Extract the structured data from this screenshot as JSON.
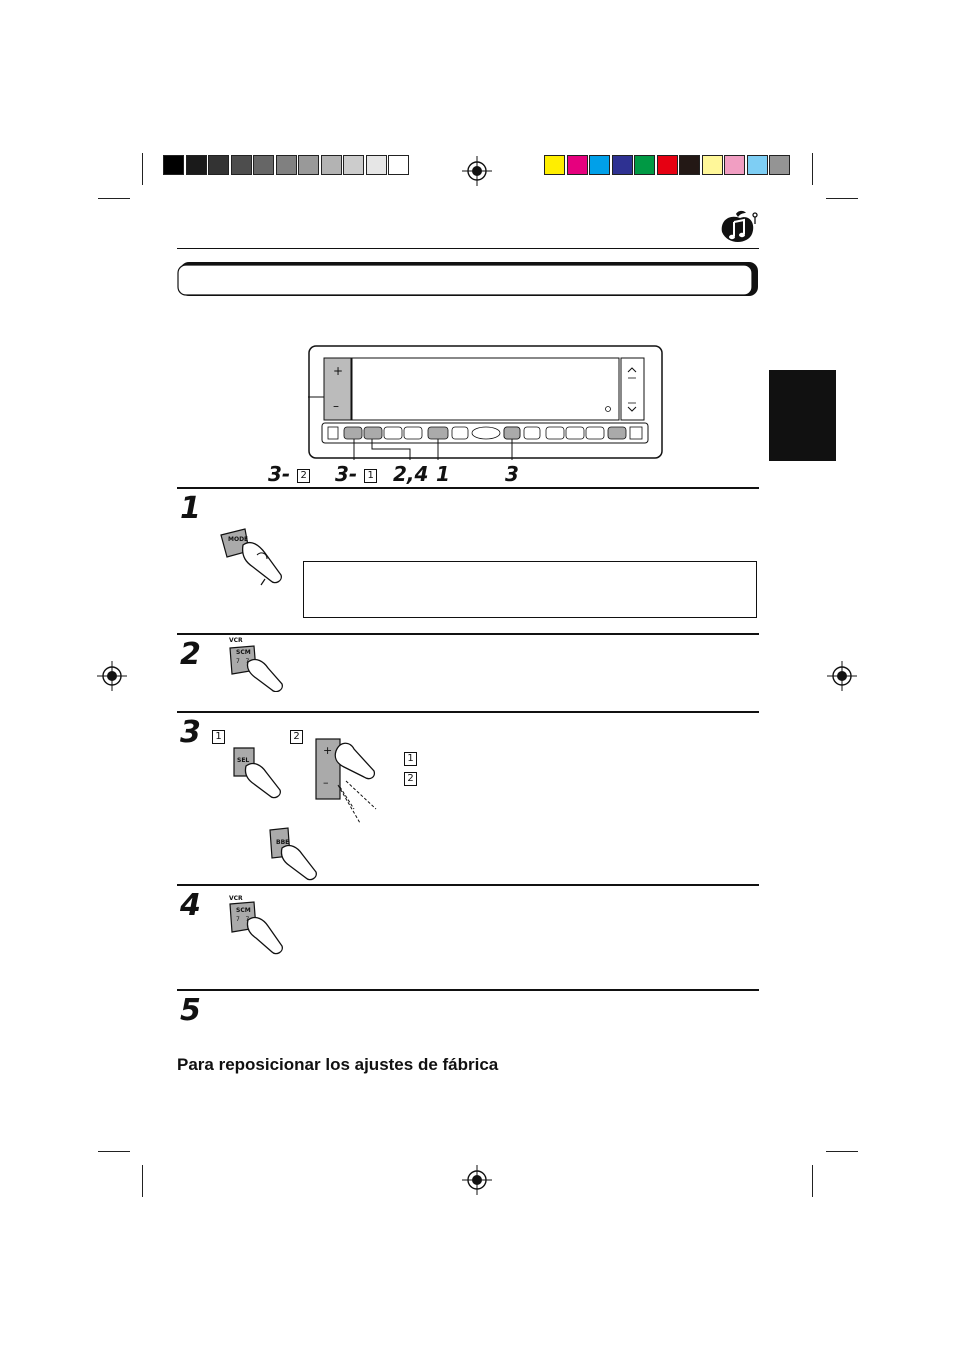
{
  "calibration": {
    "grayscale": [
      "#000000",
      "#1a1a1a",
      "#333333",
      "#4d4d4d",
      "#666666",
      "#808080",
      "#999999",
      "#b3b3b3",
      "#cccccc",
      "#e6e6e6",
      "#ffffff"
    ],
    "colors": [
      "#ffee00",
      "#e6007e",
      "#00a0e9",
      "#2e3192",
      "#009944",
      "#e60012",
      "#231815",
      "#fff799",
      "#f19ec2",
      "#7ecef4",
      "#949494"
    ]
  },
  "diagram": {
    "panel_plus": "+",
    "panel_minus": "–",
    "callouts": {
      "c1_prefix": "3-",
      "c1_box": "2",
      "c2_prefix": "3-",
      "c2_box": "1",
      "c3": "2,4",
      "c4": "1",
      "c5": "3"
    }
  },
  "steps": [
    {
      "number": "1",
      "button": "MODE"
    },
    {
      "number": "2",
      "button_top": "VCR",
      "button_mid": "SCM",
      "button_bot": "7   7"
    },
    {
      "number": "3",
      "box1": "1",
      "box2": "2",
      "sel_button": "SEL",
      "bbe_button": "BBE",
      "plus": "+",
      "minus": "–",
      "legend_1": "1",
      "legend_2": "2"
    },
    {
      "number": "4",
      "button_top": "VCR",
      "button_mid": "SCM",
      "button_bot": "7   7"
    },
    {
      "number": "5"
    }
  ],
  "subheading": "Para reposicionar los ajustes de fábrica"
}
